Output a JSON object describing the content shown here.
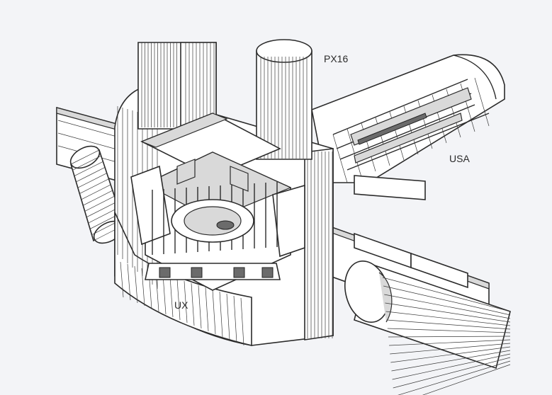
{
  "labels": {
    "px16": "PX16",
    "usa": "USA",
    "ux": "UX"
  },
  "colors": {
    "background": "#f3f4f7",
    "line": "#2b2b2b",
    "fill": "#ffffff",
    "shade": "#d9d9d9"
  }
}
